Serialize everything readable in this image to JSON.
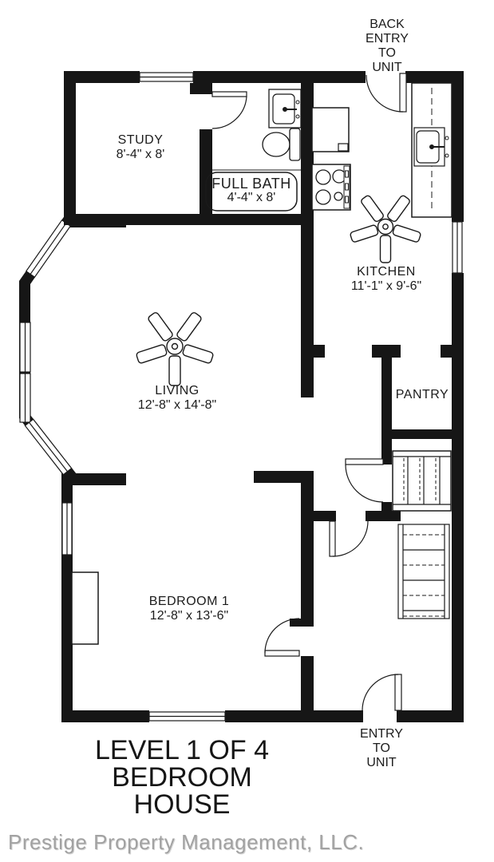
{
  "page": {
    "background": "#ffffff",
    "line_color": "#1a1a1a",
    "footer_color": "#a2a2a2"
  },
  "plan": {
    "back_entry_label": "BACK\nENTRY\nTO\nUNIT",
    "entry_label": "ENTRY\nTO\nUNIT",
    "rooms": [
      {
        "id": "study",
        "name": "STUDY",
        "dims": "8'-4\" x 8'"
      },
      {
        "id": "full-bath",
        "name": "FULL BATH",
        "dims": "4'-4\" x 8'"
      },
      {
        "id": "kitchen",
        "name": "KITCHEN",
        "dims": "11'-1\" x 9'-6\""
      },
      {
        "id": "living",
        "name": "LIVING",
        "dims": "12'-8\" x 14'-8\""
      },
      {
        "id": "pantry",
        "name": "PANTRY",
        "dims": ""
      },
      {
        "id": "bedroom-1",
        "name": "BEDROOM 1",
        "dims": "12'-8\" x 13'-6\""
      }
    ],
    "title_lines": [
      "LEVEL 1 OF 4",
      "BEDROOM",
      "HOUSE"
    ],
    "footer": "Prestige Property Management, LLC."
  }
}
